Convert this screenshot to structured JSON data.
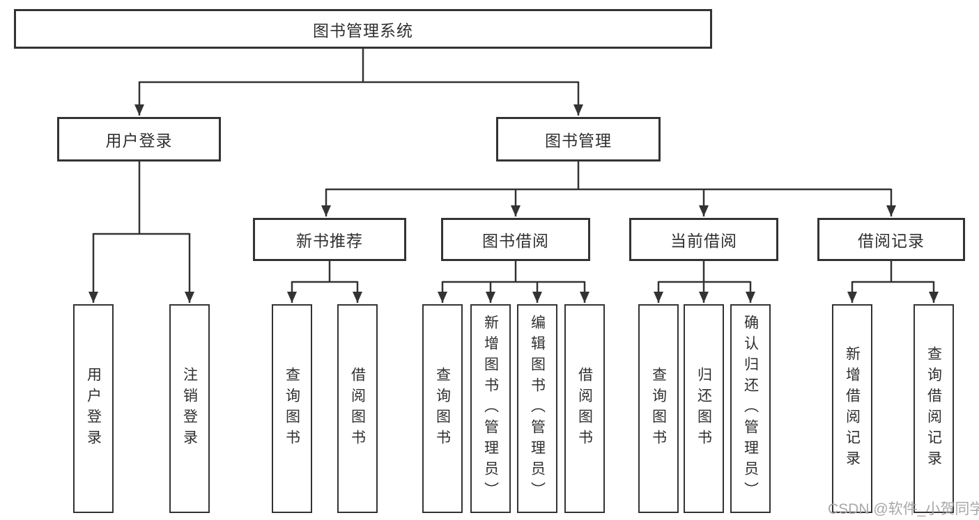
{
  "tree": {
    "root": {
      "label": "图书管理系统"
    },
    "branches": [
      {
        "label": "用户登录",
        "children": [
          "用户登录",
          "注销登录"
        ]
      },
      {
        "label": "图书管理",
        "groups": [
          {
            "label": "新书推荐",
            "children": [
              "查询图书",
              "借阅图书"
            ]
          },
          {
            "label": "图书借阅",
            "children": [
              "查询图书",
              "新增图书（管理员）",
              "编辑图书（管理员）",
              "借阅图书"
            ]
          },
          {
            "label": "当前借阅",
            "children": [
              "查询图书",
              "归还图书",
              "确认归还（管理员）"
            ]
          },
          {
            "label": "借阅记录",
            "children": [
              "新增借阅记录",
              "查询借阅记录"
            ]
          }
        ]
      }
    ]
  },
  "watermark": {
    "text": "CSDN @软件_小贺同学"
  },
  "colors": {
    "line": "#333333",
    "text": "#2f2f2f",
    "watermark": "#a8a8a8",
    "background": "#ffffff"
  }
}
